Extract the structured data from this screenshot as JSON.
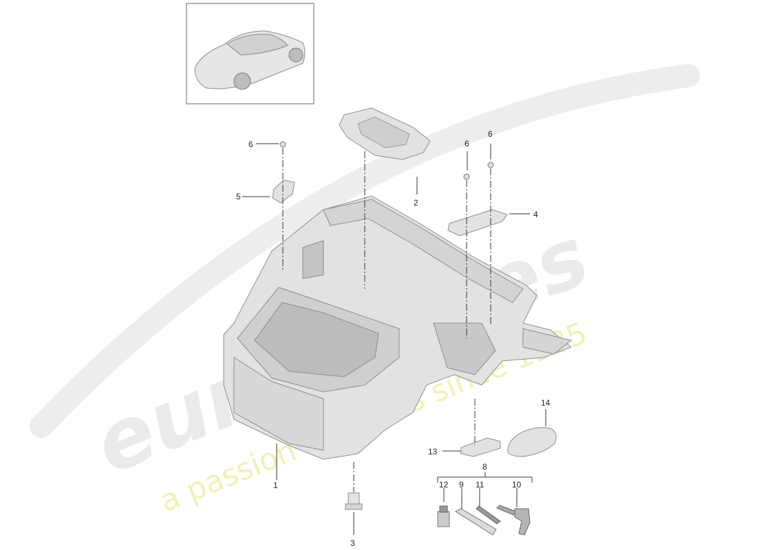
{
  "colors": {
    "lead_line": "#333333",
    "part_fill": "#e2e2e2",
    "part_stroke": "#8c8c8c",
    "watermark_grey": "#e9e9e9",
    "watermark_yellow": "#f1f0b8"
  },
  "watermark": {
    "brand": "eurospares",
    "tagline": "a passion for parts since 1985"
  },
  "callouts": {
    "c1": "1",
    "c2": "2",
    "c3": "3",
    "c4": "4",
    "c5": "5",
    "c6a": "6",
    "c6b": "6",
    "c6c": "6",
    "c8": "8",
    "c9": "9",
    "c10": "10",
    "c11": "11",
    "c12": "12",
    "c13": "13",
    "c14": "14"
  }
}
